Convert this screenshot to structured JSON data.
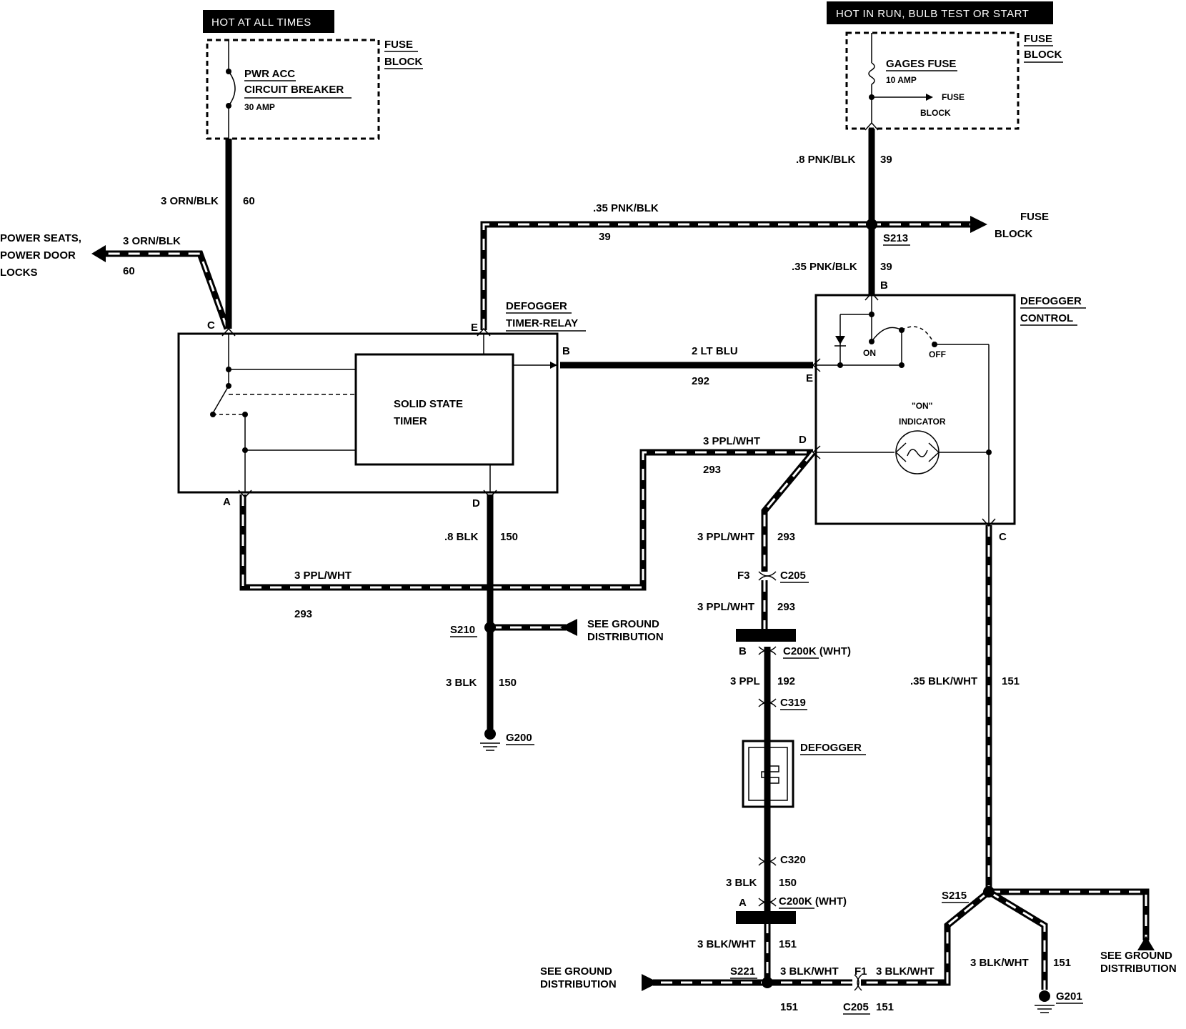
{
  "headers": {
    "hot_at_all_times": "HOT AT ALL TIMES",
    "hot_in_run": "HOT IN RUN, BULB TEST OR START"
  },
  "fuse_block_left": {
    "title_1": "FUSE",
    "title_2": "BLOCK",
    "breaker_1": "PWR ACC",
    "breaker_2": "CIRCUIT BREAKER",
    "rating": "30 AMP"
  },
  "fuse_block_right": {
    "title_1": "FUSE",
    "title_2": "BLOCK",
    "fuse_name": "GAGES FUSE",
    "rating": "10 AMP",
    "inner_1": "FUSE",
    "inner_2": "BLOCK"
  },
  "wires": {
    "w60_gauge": "3 ORN/BLK",
    "w60_circuit": "60",
    "w60b_gauge": "3 ORN/BLK",
    "w60b_circuit": "60",
    "power_seats_1": "POWER SEATS,",
    "power_seats_2": "POWER DOOR",
    "power_seats_3": "LOCKS",
    "w39a_gauge": ".35 PNK/BLK",
    "w39a_circuit": "39",
    "w39_top_gauge": ".8 PNK/BLK",
    "w39_top_circuit": "39",
    "w39b_gauge": ".35 PNK/BLK",
    "w39b_circuit": "39",
    "fuse_block_arrow_1": "FUSE",
    "fuse_block_arrow_2": "BLOCK",
    "s213": "S213",
    "w292_gauge": "2 LT BLU",
    "w292_circuit": "292",
    "w293a_gauge": "3 PPL/WHT",
    "w293a_circuit": "293",
    "w293b_gauge": "3 PPL/WHT",
    "w293b_circuit": "293",
    "w293c_gauge": "3 PPL/WHT",
    "w293c_circuit": "293",
    "w293d_gauge": "3 PPL/WHT",
    "w293d_circuit": "293",
    "w150a_gauge": ".8 BLK",
    "w150a_circuit": "150",
    "s210": "S210",
    "see_ground_1": "SEE GROUND",
    "see_ground_2": "DISTRIBUTION",
    "w150b_gauge": "3 BLK",
    "w150b_circuit": "150",
    "g200": "G200",
    "f3": "F3",
    "c205_top": "C205",
    "c200k_b_pin": "B",
    "c200k_b": "C200K (WHT)",
    "w192_gauge": "3 PPL",
    "w192_circuit": "192",
    "c319": "C319",
    "defogger": "DEFOGGER",
    "c320": "C320",
    "w150c_gauge": "3 BLK",
    "w150c_circuit": "150",
    "c200k_a_pin": "A",
    "c200k_a": "C200K (WHT)",
    "w151a_gauge": "3 BLK/WHT",
    "w151a_circuit": "151",
    "s221": "S221",
    "see_ground_b1": "SEE GROUND",
    "see_ground_b2": "DISTRIBUTION",
    "w151b_gauge": "3 BLK/WHT",
    "w151b_circuit": "151",
    "f1": "F1",
    "w151c_gauge": "3 BLK/WHT",
    "c205_bottom": "C205",
    "w151c_circuit": "151",
    "w151d_gauge": ".35 BLK/WHT",
    "w151d_circuit": "151",
    "s215": "S215",
    "w151e_gauge": "3 BLK/WHT",
    "w151e_circuit": "151",
    "g201": "G201",
    "see_ground_r1": "SEE GROUND",
    "see_ground_r2": "DISTRIBUTION"
  },
  "timer_relay": {
    "title_1": "DEFOGGER",
    "title_2": "TIMER-RELAY",
    "timer_1": "SOLID STATE",
    "timer_2": "TIMER",
    "pin_c": "C",
    "pin_e": "E",
    "pin_b": "B",
    "pin_a": "A",
    "pin_d": "D"
  },
  "control": {
    "title_1": "DEFOGGER",
    "title_2": "CONTROL",
    "on": "ON",
    "off": "OFF",
    "indicator_1": "\"ON\"",
    "indicator_2": "INDICATOR",
    "pin_b": "B",
    "pin_e": "E",
    "pin_d": "D",
    "pin_c": "C"
  }
}
